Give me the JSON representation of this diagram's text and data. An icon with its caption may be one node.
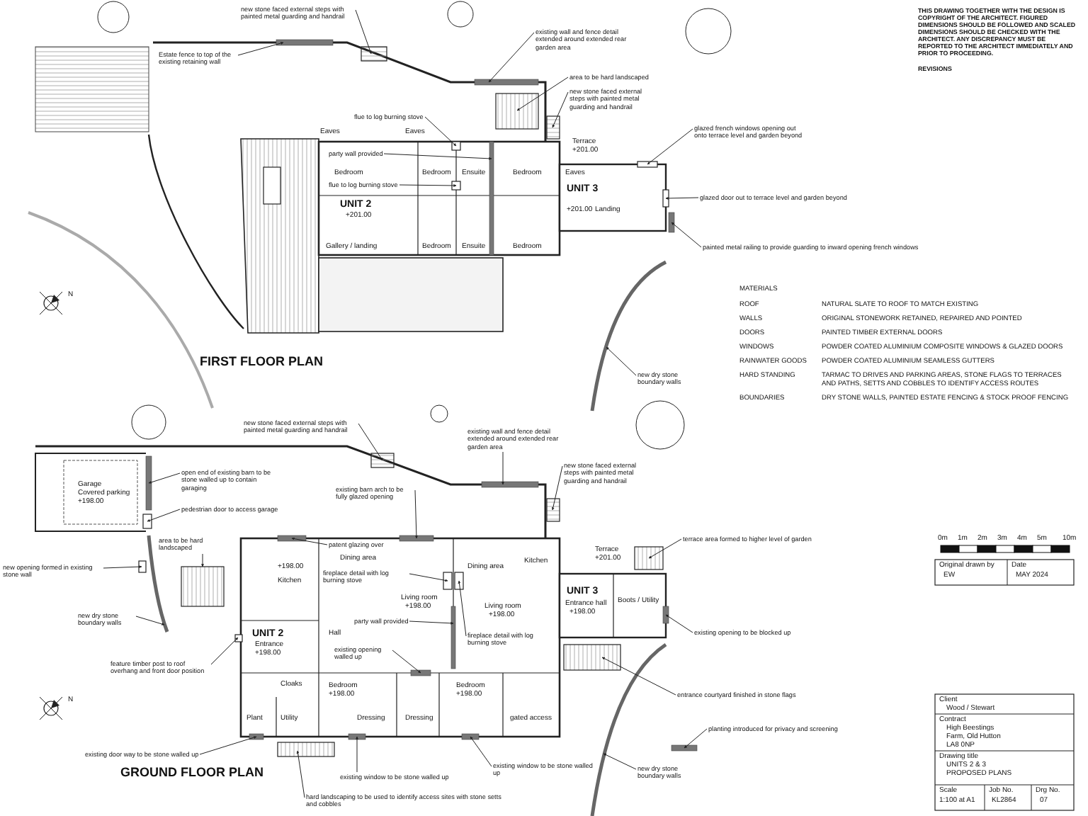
{
  "diagram": {
    "nodes": [
      {
        "text": [
          "Estate fence to top of the existing retaining wall"
        ]
      },
      {
        "text": [
          "new stone faced external steps with painted metal guarding and handrail"
        ]
      },
      {
        "text": [
          "existing wall and fence detail extended around extended rear garden area"
        ]
      },
      {
        "text": [
          "area to be hard landscaped"
        ]
      },
      {
        "text": [
          "new stone faced external steps with painted metal guarding and handrail"
        ]
      },
      {
        "text": [
          "glazed french windows opening out onto terrace level and garden beyond"
        ]
      },
      {
        "text": [
          "glazed door out to terrace level and garden beyond"
        ]
      },
      {
        "text": [
          "painted metal railing to provide guarding to inward opening french windows"
        ]
      },
      {
        "text": [
          "new dry stone boundary walls"
        ]
      },
      {
        "text": [
          "party wall provided"
        ]
      },
      {
        "text": [
          "flue to log burning stove"
        ]
      },
      {
        "text": [
          "flue to log burning stove"
        ]
      },
      {
        "text": [
          "new stone faced external steps with painted metal guarding and handrail"
        ]
      },
      {
        "text": [
          "open end of existing barn to be stone walled up to contain garaging"
        ]
      },
      {
        "text": [
          "pedestrian door to access garage"
        ]
      },
      {
        "text": [
          "area to be hard landscaped"
        ]
      },
      {
        "text": [
          "new opening formed in existing stone wall"
        ]
      },
      {
        "text": [
          "new dry stone boundary walls"
        ]
      },
      {
        "text": [
          "feature timber post to roof overhang and front door position"
        ]
      },
      {
        "text": [
          "existing door way to be stone walled up"
        ]
      },
      {
        "text": [
          "hard landscaping to be used to identify access sites with stone setts and cobbles"
        ]
      },
      {
        "text": [
          "existing window to be stone walled up"
        ]
      },
      {
        "text": [
          "existing window to be stone walled up"
        ]
      },
      {
        "text": [
          "existing barn arch to be fully glazed opening"
        ]
      },
      {
        "text": [
          "existing wall and fence detail extended around extended rear garden area"
        ]
      },
      {
        "text": [
          "new stone faced external steps with painted metal guarding and handrail"
        ]
      },
      {
        "text": [
          "terrace area formed to higher level of garden"
        ]
      },
      {
        "text": [
          "existing opening to be blocked up"
        ]
      },
      {
        "text": [
          "entrance courtyard finished in stone flags"
        ]
      },
      {
        "text": [
          "planting introduced for privacy and screening"
        ]
      },
      {
        "text": [
          "new dry stone boundary walls"
        ]
      },
      {
        "text": [
          "patent glazing over"
        ]
      },
      {
        "text": [
          "fireplace detail with log burning stove"
        ]
      },
      {
        "text": [
          "party wall provided"
        ]
      },
      {
        "text": [
          "existing opening walled up"
        ]
      },
      {
        "text": [
          "fireplace detail with log burning stove"
        ]
      },
      {
        "text": [],
        "shape": "bar"
      },
      {
        "text": [],
        "shape": "box"
      },
      {
        "text": [],
        "shape": "bar"
      },
      {
        "text": [],
        "shape": "box"
      },
      {
        "text": [],
        "shape": "box"
      },
      {
        "text": [],
        "shape": "box"
      },
      {
        "text": [],
        "shape": "box"
      },
      {
        "text": [],
        "shape": "bar"
      },
      {
        "text": [],
        "shape": "line"
      },
      {
        "text": [],
        "shape": "bar"
      },
      {
        "text": [],
        "shape": "box"
      },
      {
        "text": [],
        "shape": "box"
      },
      {
        "text": [],
        "shape": "box"
      },
      {
        "text": [],
        "shape": "bar"
      },
      {
        "text": [],
        "shape": "box"
      },
      {
        "text": [],
        "shape": "box"
      },
      {
        "text": [],
        "shape": "box"
      },
      {
        "text": [],
        "shape": "line"
      },
      {
        "text": [],
        "shape": "box"
      },
      {
        "text": [],
        "shape": "bar"
      },
      {
        "text": [],
        "shape": "box"
      },
      {
        "text": [],
        "shape": "bar"
      },
      {
        "text": [],
        "shape": "bar"
      },
      {
        "text": [],
        "shape": "bar"
      },
      {
        "text": [],
        "shape": "bar"
      },
      {
        "text": [],
        "shape": "box"
      },
      {
        "text": [],
        "shape": "box"
      },
      {
        "text": [],
        "shape": "bar"
      },
      {
        "text": [],
        "shape": "box"
      },
      {
        "text": [],
        "shape": "bar"
      },
      {
        "text": [],
        "shape": "line"
      },
      {
        "text": [],
        "shape": "bar"
      },
      {
        "text": [],
        "shape": "box"
      },
      {
        "text": [],
        "shape": "bar"
      },
      {
        "text": [],
        "shape": "bar"
      },
      {
        "text": [],
        "shape": "box"
      }
    ],
    "edges": [
      {
        "from": 0,
        "to": 36,
        "arrow": "to"
      },
      {
        "from": 1,
        "to": 37,
        "arrow": "to"
      },
      {
        "from": 2,
        "to": 38,
        "arrow": "to"
      },
      {
        "from": 3,
        "to": 39,
        "arrow": "to"
      },
      {
        "from": 4,
        "to": 40,
        "arrow": "to"
      },
      {
        "from": 5,
        "to": 41,
        "arrow": "to"
      },
      {
        "from": 6,
        "to": 42,
        "arrow": "to"
      },
      {
        "from": 7,
        "to": 43,
        "arrow": "to"
      },
      {
        "from": 8,
        "to": 44,
        "arrow": "to"
      },
      {
        "from": 9,
        "to": 45,
        "arrow": "to"
      },
      {
        "from": 10,
        "to": 46,
        "arrow": "to"
      },
      {
        "from": 11,
        "to": 47,
        "arrow": "to"
      },
      {
        "from": 12,
        "to": 48,
        "arrow": "to"
      },
      {
        "from": 13,
        "to": 49,
        "arrow": "to"
      },
      {
        "from": 14,
        "to": 50,
        "arrow": "to"
      },
      {
        "from": 15,
        "to": 51,
        "arrow": "to"
      },
      {
        "from": 16,
        "to": 52,
        "arrow": "to"
      },
      {
        "from": 17,
        "to": 53,
        "arrow": "to"
      },
      {
        "from": 18,
        "to": 54,
        "arrow": "to"
      },
      {
        "from": 19,
        "to": 55,
        "arrow": "to"
      },
      {
        "from": 20,
        "to": 56,
        "arrow": "to"
      },
      {
        "from": 21,
        "to": 57,
        "arrow": "to"
      },
      {
        "from": 22,
        "to": 58,
        "arrow": "to"
      },
      {
        "from": 23,
        "to": 59,
        "arrow": "to"
      },
      {
        "from": 24,
        "to": 60,
        "arrow": "to"
      },
      {
        "from": 25,
        "to": 61,
        "arrow": "to"
      },
      {
        "from": 26,
        "to": 62,
        "arrow": "to"
      },
      {
        "from": 27,
        "to": 63,
        "arrow": "to"
      },
      {
        "from": 28,
        "to": 64,
        "arrow": "to"
      },
      {
        "from": 29,
        "to": 65,
        "arrow": "to"
      },
      {
        "from": 30,
        "to": 66,
        "arrow": "to"
      },
      {
        "from": 31,
        "to": 67,
        "arrow": "to"
      },
      {
        "from": 32,
        "to": 68,
        "arrow": "to"
      },
      {
        "from": 33,
        "to": 69,
        "arrow": "to"
      },
      {
        "from": 34,
        "to": 70,
        "arrow": "to"
      },
      {
        "from": 35,
        "to": 71,
        "arrow": "to"
      }
    ],
    "labels": [
      "THIS DRAWING TOGETHER WITH THE DESIGN IS COPYRIGHT OF THE ARCHITECT. FIGURED DIMENSIONS SHOULD BE FOLLOWED AND SCALED DIMENSIONS SHOULD BE CHECKED WITH THE ARCHITECT. ANY DISCREPANCY MUST BE REPORTED TO THE ARCHITECT IMMEDIATELY AND PRIOR TO PROCEEDING.",
      "REVISIONS",
      "Eaves",
      "Eaves",
      "Bedroom",
      "Bedroom",
      "Ensuite",
      "Bedroom",
      "UNIT 2",
      "+201.00",
      "Terrace",
      "+201.00",
      "Eaves",
      "+201.00",
      "Landing",
      "UNIT 3",
      "Gallery / landing",
      "Bedroom",
      "Ensuite",
      "Bedroom",
      "N",
      "FIRST FLOOR PLAN",
      "MATERIALS",
      "ROOF",
      "NATURAL SLATE TO ROOF TO MATCH EXISTING",
      "WALLS",
      "ORIGINAL STONEWORK RETAINED, REPAIRED AND POINTED",
      "DOORS",
      "PAINTED TIMBER EXTERNAL DOORS",
      "WINDOWS",
      "POWDER COATED ALUMINIUM COMPOSITE WINDOWS & GLAZED DOORS",
      "RAINWATER GOODS",
      "POWDER COATED ALUMINIUM SEAMLESS GUTTERS",
      "HARD STANDING",
      "TARMAC TO DRIVES AND PARKING AREAS, STONE FLAGS TO TERRACES AND PATHS, SETTS AND COBBLES TO IDENTIFY ACCESS ROUTES",
      "BOUNDARIES",
      "DRY STONE WALLS, PAINTED ESTATE FENCING & STOCK PROOF FENCING",
      "Garage",
      "Covered parking",
      "+198.00",
      "+198.00",
      "Kitchen",
      "Dining area",
      "Living room",
      "+198.00",
      "Dining area",
      "Kitchen",
      "Terrace",
      "+201.00",
      "UNIT 3",
      "Entrance hall",
      "+198.00",
      "Boots / Utility",
      "Living room",
      "+198.00",
      "UNIT 2",
      "Entrance",
      "+198.00",
      "Hall",
      "Cloaks",
      "Bedroom",
      "+198.00",
      "Bedroom",
      "+198.00",
      "Plant",
      "Utility",
      "Dressing",
      "Dressing",
      "gated access",
      "N",
      "GROUND FLOOR PLAN",
      "0m",
      "1m",
      "2m",
      "3m",
      "4m",
      "5m",
      "10m",
      "Original drawn by",
      "EW",
      "Date",
      "MAY 2024",
      "Client",
      "Wood / Stewart",
      "Contract",
      "High Beestings Farm, Old Hutton LA8 0NP",
      "Drawing title",
      "UNITS 2 & 3 PROPOSED PLANS",
      "Scale",
      "1:100 at A1",
      "Job No.",
      "KL2864",
      "Drg No.",
      "07"
    ]
  }
}
